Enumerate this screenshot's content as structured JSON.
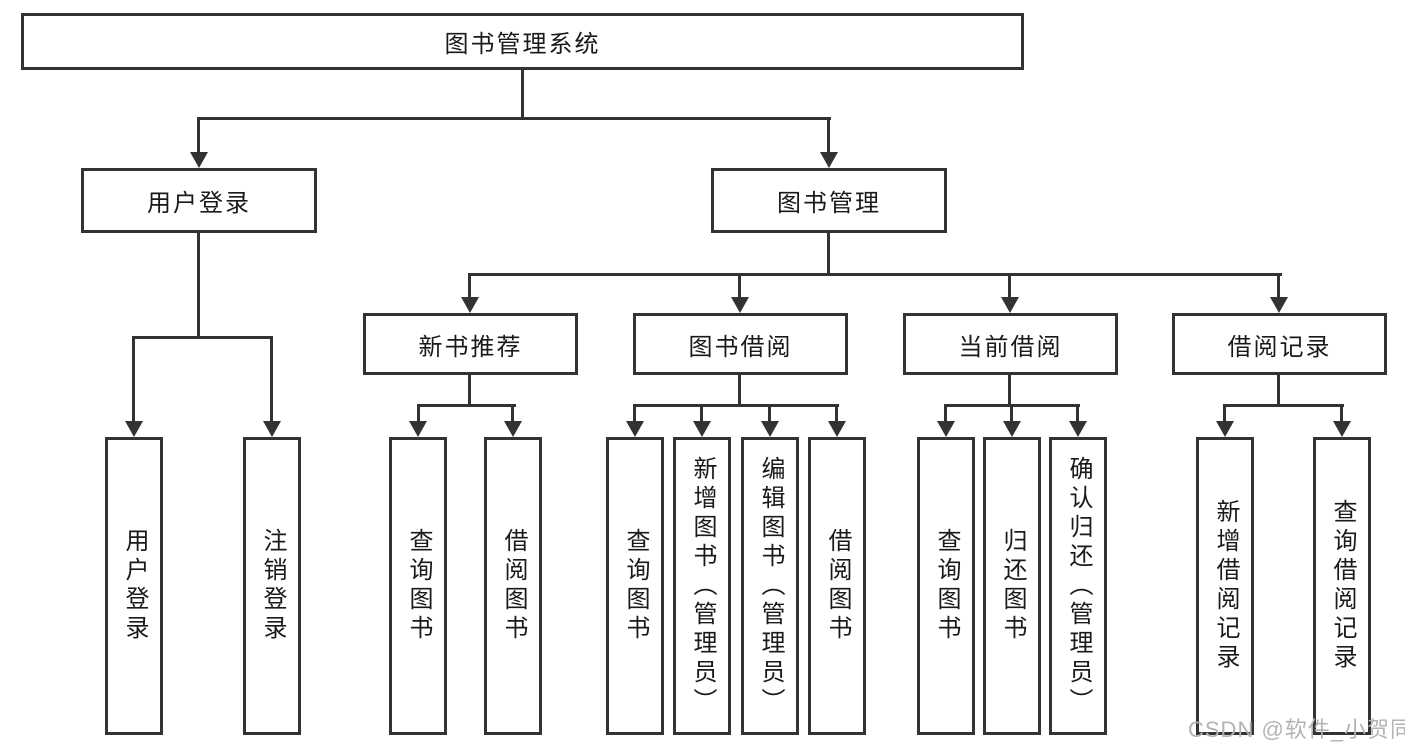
{
  "diagram": {
    "root": {
      "label": "图书管理系统"
    },
    "level2": [
      {
        "label": "用户登录"
      },
      {
        "label": "图书管理"
      }
    ],
    "level3": [
      {
        "label": "新书推荐"
      },
      {
        "label": "图书借阅"
      },
      {
        "label": "当前借阅"
      },
      {
        "label": "借阅记录"
      }
    ],
    "leaves": {
      "user_login": [
        "用户登录",
        "注销登录"
      ],
      "new_book_recommend": [
        "查询图书",
        "借阅图书"
      ],
      "book_borrow": [
        "查询图书",
        "新增图书（管理员）",
        "编辑图书（管理员）",
        "借阅图书"
      ],
      "current_borrow": [
        "查询图书",
        "归还图书",
        "确认归还（管理员）"
      ],
      "borrow_records": [
        "新增借阅记录",
        "查询借阅记录"
      ]
    }
  },
  "watermark": {
    "text": "CSDN @软件_小贺同学",
    "color": "#b3b3b3"
  },
  "colors": {
    "line": "#333333",
    "text": "#1a1a1a",
    "background": "#ffffff"
  }
}
